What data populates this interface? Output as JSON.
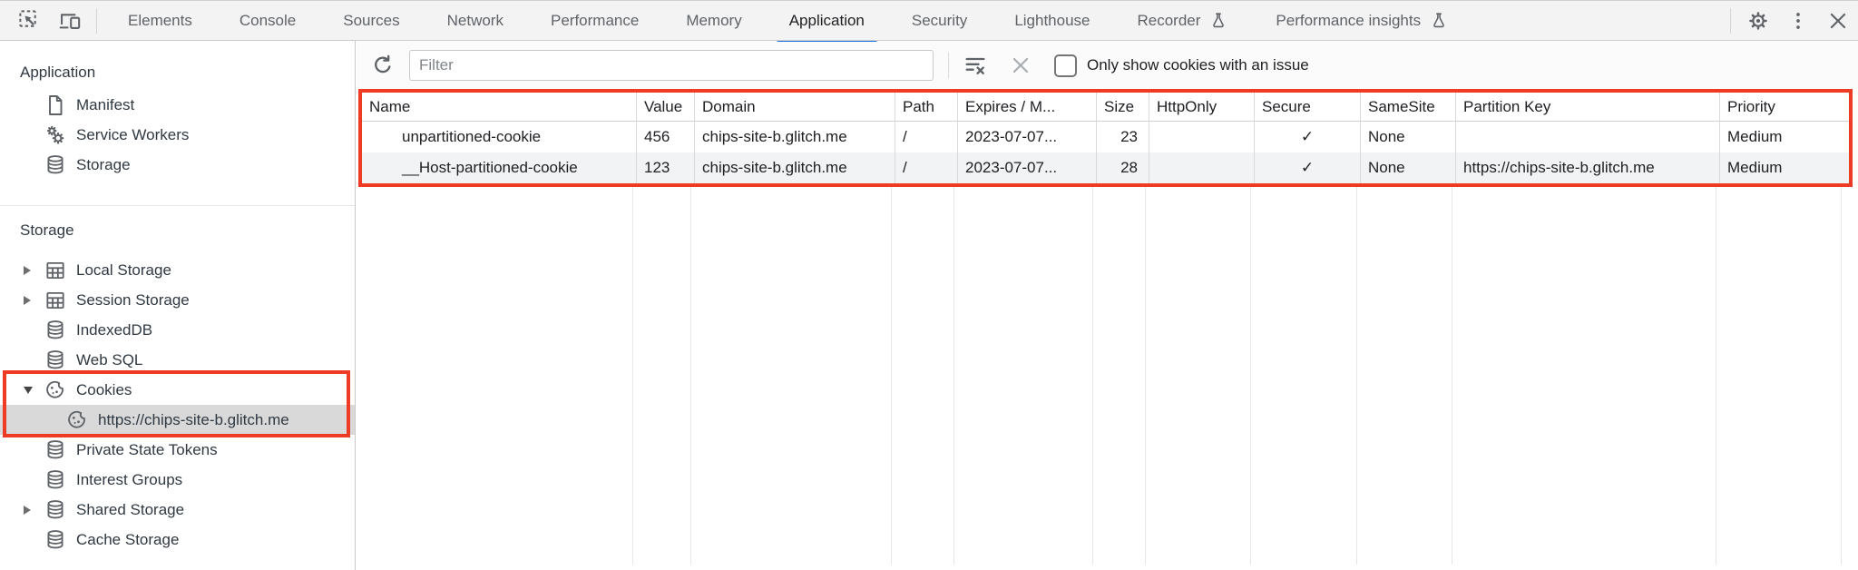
{
  "tabbar": {
    "tabs": [
      {
        "label": "Elements",
        "selected": false,
        "experimental": false
      },
      {
        "label": "Console",
        "selected": false,
        "experimental": false
      },
      {
        "label": "Sources",
        "selected": false,
        "experimental": false
      },
      {
        "label": "Network",
        "selected": false,
        "experimental": false
      },
      {
        "label": "Performance",
        "selected": false,
        "experimental": false
      },
      {
        "label": "Memory",
        "selected": false,
        "experimental": false
      },
      {
        "label": "Application",
        "selected": true,
        "experimental": false
      },
      {
        "label": "Security",
        "selected": false,
        "experimental": false
      },
      {
        "label": "Lighthouse",
        "selected": false,
        "experimental": false
      },
      {
        "label": "Recorder",
        "selected": false,
        "experimental": true
      },
      {
        "label": "Performance insights",
        "selected": false,
        "experimental": true
      }
    ],
    "icons": [
      "inspect-cursor",
      "toggle-device-toolbar",
      "settings-gear",
      "customize-menu",
      "close"
    ]
  },
  "sidebar": {
    "sections": [
      {
        "title": "Application",
        "items": [
          {
            "label": "Manifest",
            "icon": "manifest-file-icon"
          },
          {
            "label": "Service Workers",
            "icon": "service-workers-gears-icon"
          },
          {
            "label": "Storage",
            "icon": "database-icon"
          }
        ]
      },
      {
        "title": "Storage",
        "items": [
          {
            "label": "Local Storage",
            "icon": "table-icon",
            "expander": "collapsed"
          },
          {
            "label": "Session Storage",
            "icon": "table-icon",
            "expander": "collapsed"
          },
          {
            "label": "IndexedDB",
            "icon": "database-icon"
          },
          {
            "label": "Web SQL",
            "icon": "database-icon"
          },
          {
            "label": "Cookies",
            "icon": "cookie-icon",
            "expander": "expanded",
            "annotated": true
          },
          {
            "label": "https://chips-site-b.glitch.me",
            "icon": "cookie-icon",
            "selected": true,
            "annotated": true
          },
          {
            "label": "Private State Tokens",
            "icon": "database-icon"
          },
          {
            "label": "Interest Groups",
            "icon": "database-icon"
          },
          {
            "label": "Shared Storage",
            "icon": "database-icon",
            "expander": "collapsed"
          },
          {
            "label": "Cache Storage",
            "icon": "database-icon"
          }
        ]
      }
    ]
  },
  "cookies_toolbar": {
    "filter_placeholder": "Filter",
    "only_issue_label": "Only show cookies with an issue",
    "checkbox_checked": false
  },
  "cookie_table": {
    "columns": [
      "Name",
      "Value",
      "Domain",
      "Path",
      "Expires / M...",
      "Size",
      "HttpOnly",
      "Secure",
      "SameSite",
      "Partition Key",
      "Priority"
    ],
    "rows": [
      [
        "unpartitioned-cookie",
        "456",
        "chips-site-b.glitch.me",
        "/",
        "2023-07-07...",
        "23",
        "",
        "✓",
        "None",
        "",
        "Medium"
      ],
      [
        "__Host-partitioned-cookie",
        "123",
        "chips-site-b.glitch.me",
        "/",
        "2023-07-07...",
        "28",
        "",
        "✓",
        "None",
        "https://chips-site-b.glitch.me",
        "Medium"
      ]
    ]
  },
  "colors": {
    "accent_blue": "#1a73e8",
    "annotation_red": "#ee3b23",
    "selected_item_bg": "#d9d9d9",
    "alt_row_bg": "#f1f3f4",
    "toolbar_bg": "#f3f3f3",
    "icon_gray": "#5f6368",
    "text_primary": "#202124",
    "text_secondary": "#5f6368"
  }
}
